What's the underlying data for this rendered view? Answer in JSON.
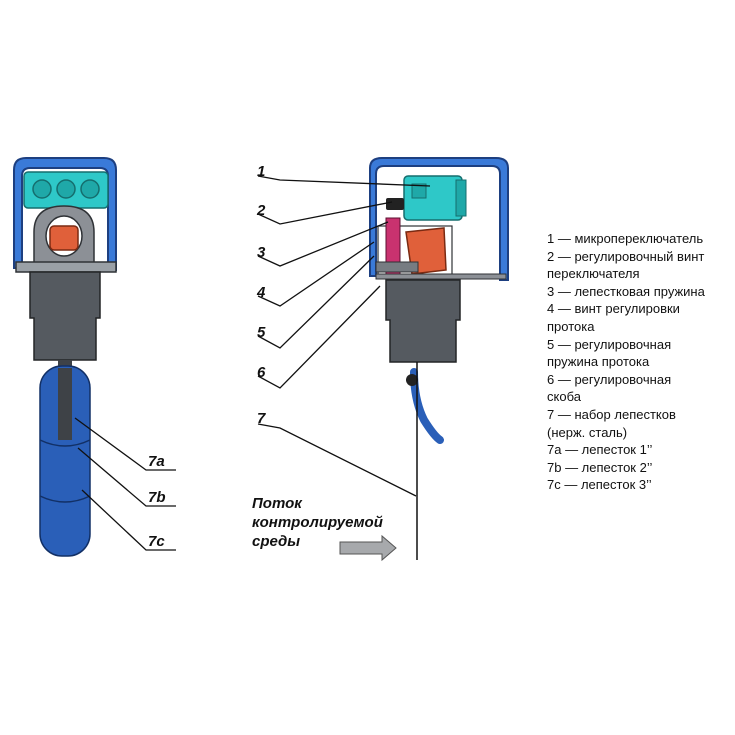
{
  "callouts": {
    "c1": "1",
    "c2": "2",
    "c3": "3",
    "c4": "4",
    "c5": "5",
    "c6": "6",
    "c7": "7",
    "c7a": "7a",
    "c7b": "7b",
    "c7c": "7c"
  },
  "legend": {
    "lines": [
      "1 — микропереключатель",
      "2 — регулировочный винт",
      "переключателя",
      "3 — лепестковая пружина",
      "4 — винт регулировки",
      "протока",
      "5 — регулировочная",
      "пружина протока",
      "6 — регулировочная",
      "скоба",
      "7 — набор лепестков",
      "(нерж. сталь)",
      "7a — лепесток 1’’",
      "7b — лепесток 2’’",
      "7c — лепесток 3’’"
    ]
  },
  "flow_label": {
    "line1": "Поток",
    "line2": "контролируемой",
    "line3": "среды"
  },
  "colors": {
    "housing_blue": "#2a5fb8",
    "housing_light": "#3f86e6",
    "micro_cyan": "#2ec8c8",
    "body_gray": "#555a60",
    "body_dark": "#3e4247",
    "copper": "#e0603a",
    "paddle_magenta": "#c9326f"
  }
}
